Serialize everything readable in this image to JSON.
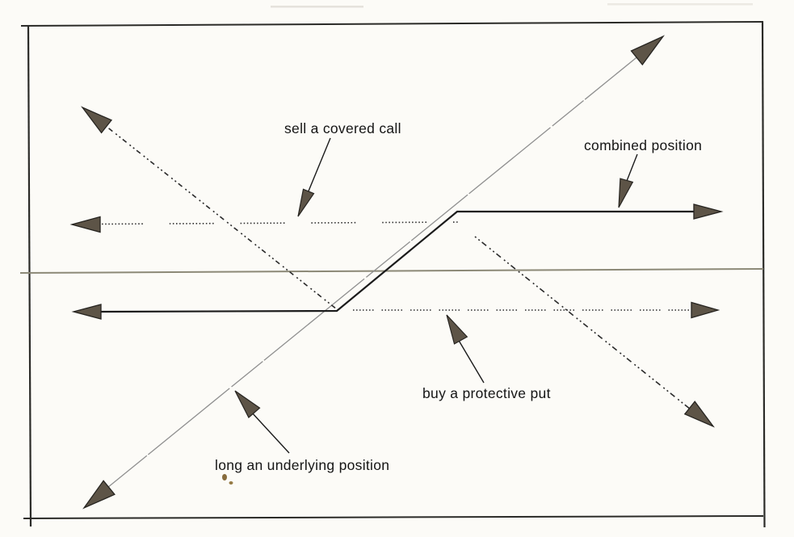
{
  "figure": {
    "kind": "options payoff diagram (scanned book figure)",
    "labels": {
      "sell_covered_call": "sell a covered call",
      "combined_position": "combined position",
      "buy_protective_put": "buy a protective put",
      "long_underlying": "long an underlying position"
    },
    "lines": [
      {
        "name": "long an underlying position",
        "style": "thin light solid diagonal rising left-to-right",
        "arrows": "both ends"
      },
      {
        "name": "sell a covered call",
        "style": "dotted flat (above axis) then dashed declining to lower-right",
        "arrows": "left end and lower-right end"
      },
      {
        "name": "buy a protective put",
        "style": "dashed declining from upper-left then dotted flat (below axis)",
        "arrows": "upper-left end and right end"
      },
      {
        "name": "combined position",
        "style": "solid: flat below axis, rising through axis, flat above axis",
        "arrows": "left end and right end"
      }
    ],
    "axis": {
      "style": "thin gray horizontal center line",
      "border": "thin black rectangular frame"
    },
    "colors": {
      "paper": "#fcfbf7",
      "frame": "#2b2b28",
      "axis": "#8c8977",
      "solid_line": "#1b1b1b",
      "dashed_line": "#2a2a2a",
      "thin_line": "#8f8f8f",
      "arrow_fill": "#5d5447",
      "arrow_outline": "#262420",
      "text": "#151515",
      "ink_speck": "#8a6b30"
    }
  }
}
